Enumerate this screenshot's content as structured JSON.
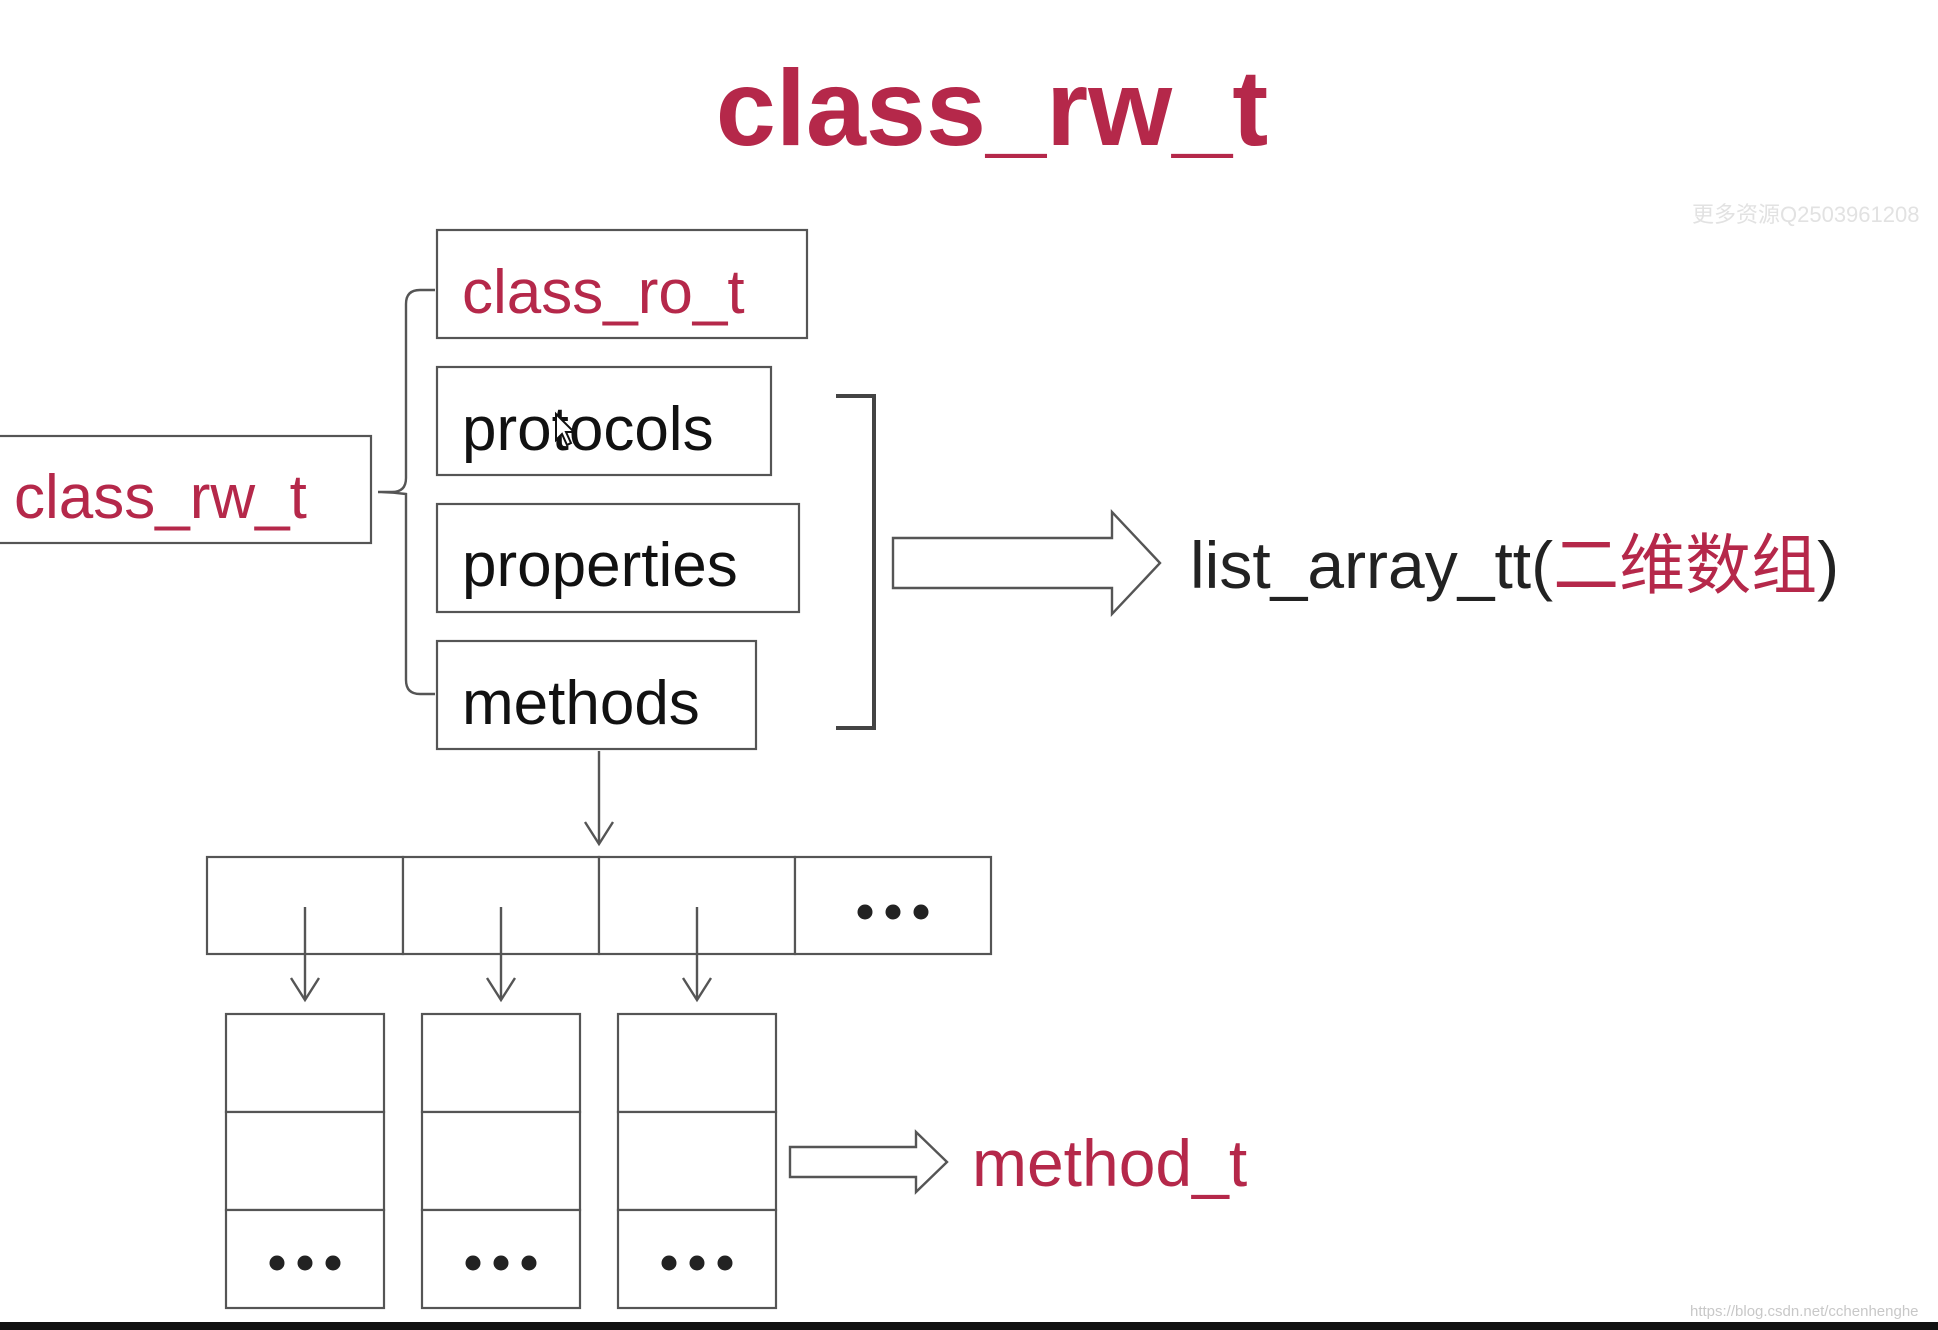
{
  "title": "class_rw_t",
  "boxes": {
    "class_rw_t": "class_rw_t",
    "class_ro_t": "class_ro_t",
    "protocols": "protocols",
    "properties": "properties",
    "methods": "methods"
  },
  "list_array_label": {
    "prefix": "list_array_tt(",
    "chinese": "二维数组",
    "suffix": ")"
  },
  "method_t_label": "method_t",
  "ellipsis": "•••",
  "watermark": "更多资源Q2503961208",
  "footer_url": "https://blog.csdn.net/cchenhenghe",
  "colors": {
    "accent_red": "#b5284a",
    "text_dark": "#222222",
    "line_gray": "#555555",
    "background": "#ffffff"
  },
  "icons": {
    "cursor": "mouse-pointer-icon"
  }
}
